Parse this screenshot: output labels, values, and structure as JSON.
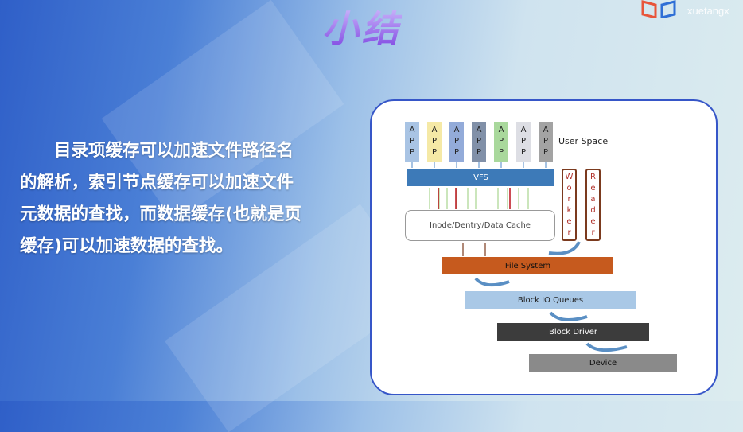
{
  "slide": {
    "title": "小结",
    "brand": "xuetangx",
    "paragraph": "　　目录项缓存可以加速文件路径名的解析，索引节点缓存可以加速文件元数据的查找，而数据缓存(也就是页缓存)可以加速数据的查找。"
  },
  "diagram": {
    "apps": [
      "A\nP\nP",
      "A\nP\nP",
      "A\nP\nP",
      "A\nP\nP",
      "A\nP\nP",
      "A\nP\nP",
      "A\nP\nP"
    ],
    "app_colors": [
      "#a9c4e4",
      "#f5e9a6",
      "#93abd9",
      "#8190a8",
      "#a9d89c",
      "#dddee4",
      "#a3a3a3"
    ],
    "user_space": "User Space",
    "vfs": "VFS",
    "cache": "Inode/Dentry/Data Cache",
    "worker": "W\no\nr\nk\ne\nr",
    "reader": "R\ne\na\nd\ne\nr",
    "file_system": "File System",
    "block_io_queues": "Block IO Queues",
    "block_driver": "Block Driver",
    "device": "Device"
  }
}
